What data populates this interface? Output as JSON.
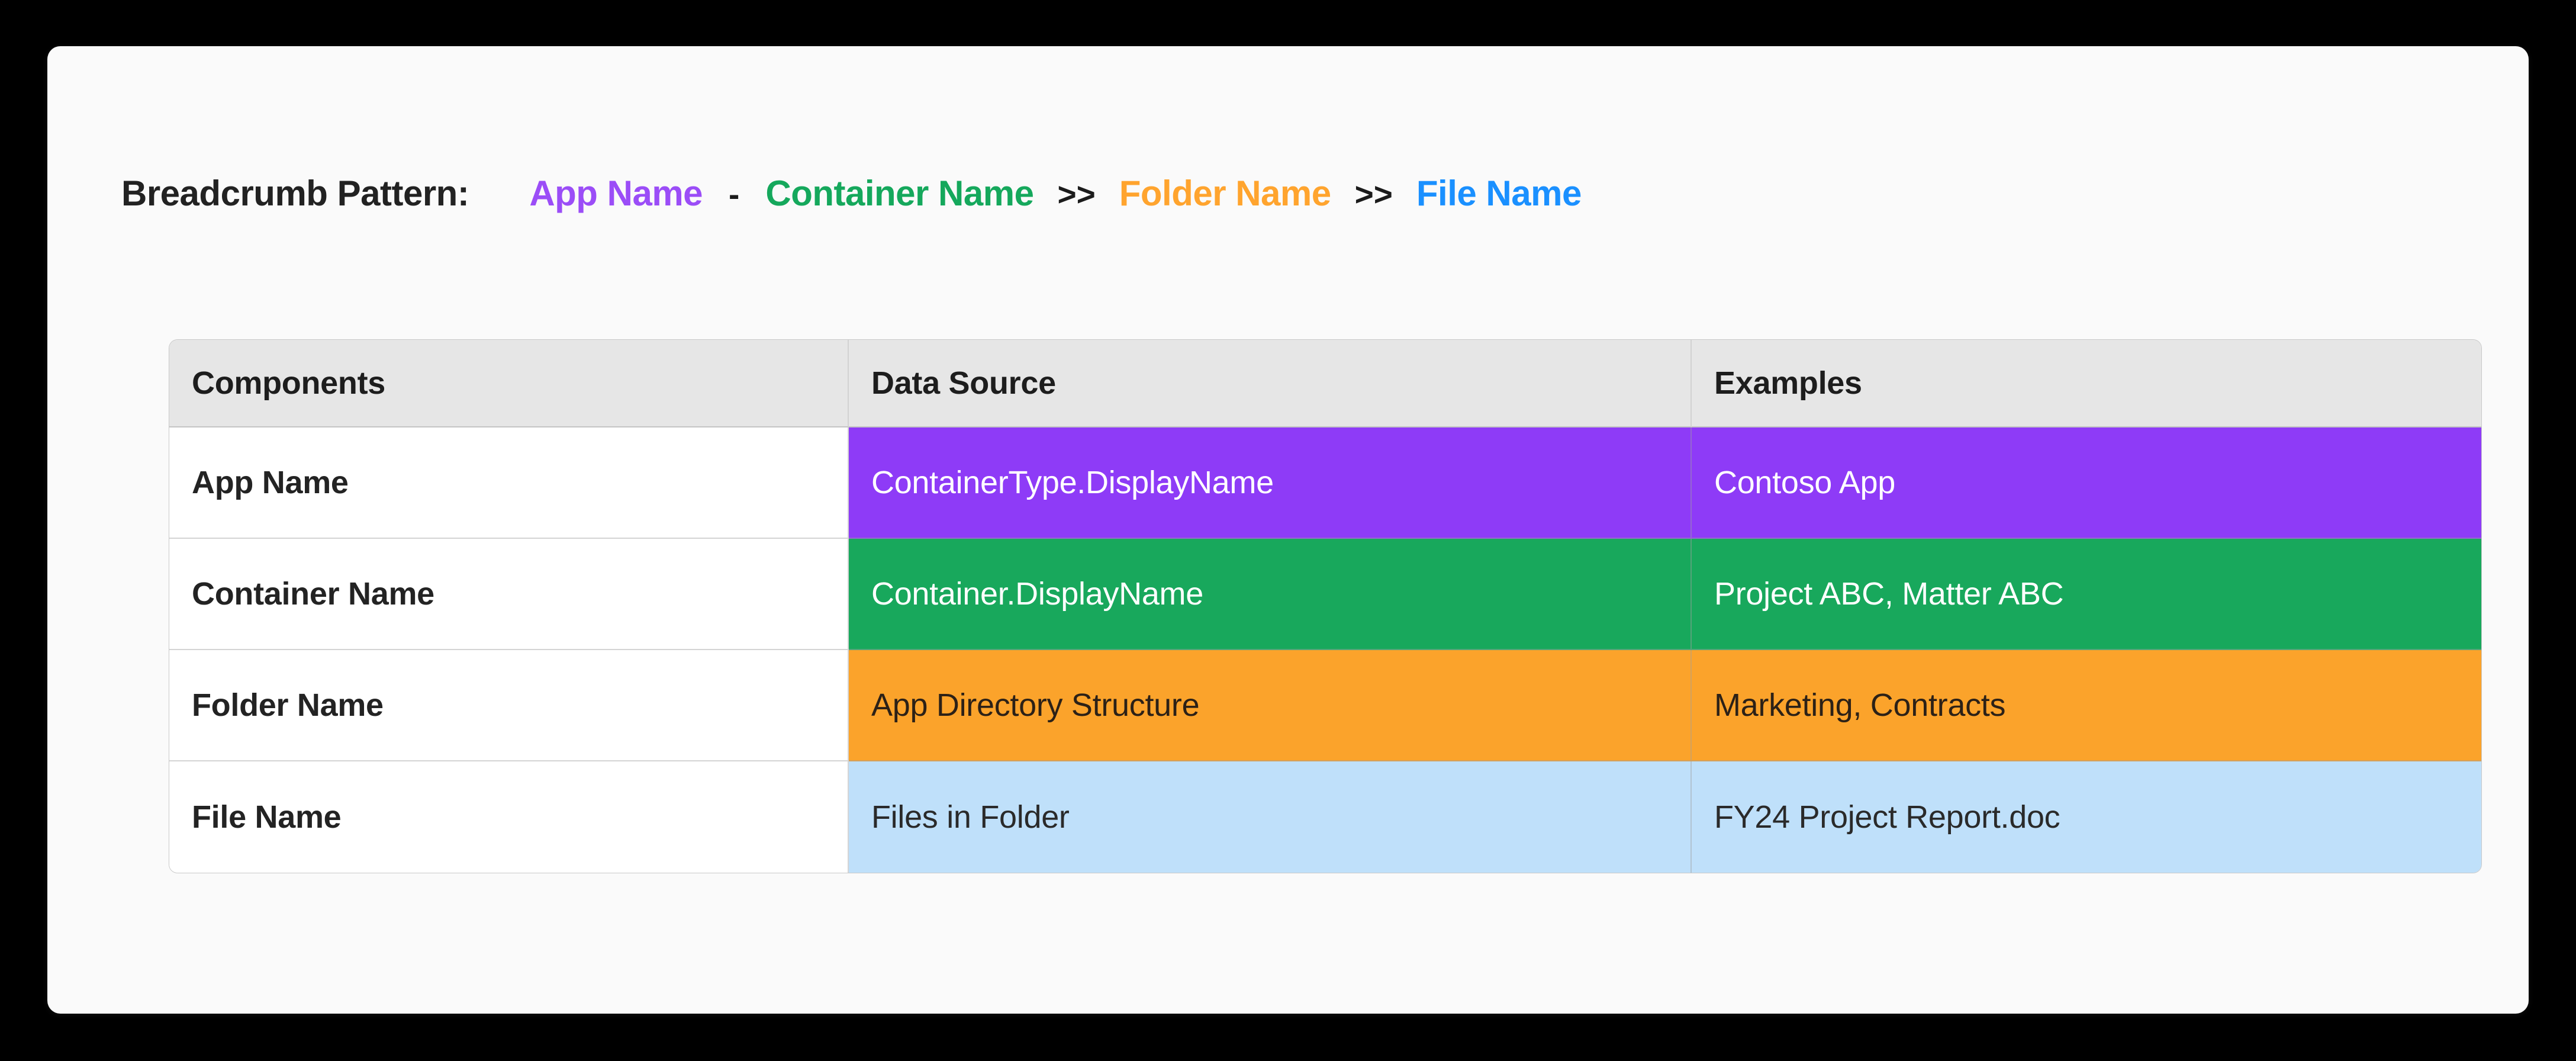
{
  "breadcrumb": {
    "label": "Breadcrumb Pattern:",
    "separator_dash": "-",
    "separator_arrow": ">>",
    "crumbs": [
      {
        "text": "App Name",
        "color": "#9B4DF7"
      },
      {
        "text": "Container Name",
        "color": "#15A85C"
      },
      {
        "text": "Folder Name",
        "color": "#FFA42E"
      },
      {
        "text": "File Name",
        "color": "#1A90FF"
      }
    ]
  },
  "table": {
    "headers": [
      "Components",
      "Data Source",
      "Examples"
    ],
    "rows": [
      {
        "component": "App Name",
        "data_source": "ContainerType.DisplayName",
        "example": "Contoso App",
        "accent": "#8E3BF7",
        "accent_name": "purple"
      },
      {
        "component": "Container Name",
        "data_source": "Container.DisplayName",
        "example": "Project ABC, Matter ABC",
        "accent": "#18A85C",
        "accent_name": "green"
      },
      {
        "component": "Folder Name",
        "data_source": "App Directory Structure",
        "example": "Marketing, Contracts",
        "accent": "#FBA32B",
        "accent_name": "orange"
      },
      {
        "component": "File Name",
        "data_source": "Files in Folder",
        "example": "FY24 Project Report.doc",
        "accent": "#BFE0FA",
        "accent_name": "blue"
      }
    ]
  },
  "colors": {
    "page_background": "#000000",
    "card_background": "#FAFAFA",
    "header_background": "#E6E6E6",
    "label_background": "#FFFFFF",
    "text_dark": "#232323"
  }
}
